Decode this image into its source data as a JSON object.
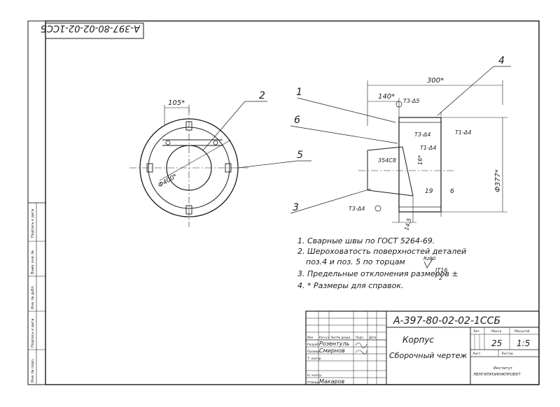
{
  "drawing": {
    "code_stamp": "А-397-80-02-02-1ССБ",
    "callouts": [
      "1",
      "2",
      "3",
      "4",
      "5",
      "6"
    ],
    "plan_dims": {
      "width": "105*",
      "diameter": "Ф400*"
    },
    "section_dims": {
      "overall": "300*",
      "offset": "140*",
      "height": "Ф377*",
      "inner": "354С8",
      "dim16": "16*",
      "dim19": "19",
      "dim6": "6",
      "dim45": "14,5"
    },
    "weld_marks": {
      "w1": "Т3-Δ5",
      "w2": "Т3-Δ4",
      "w3": "Т1-Δ4",
      "w4": "Т1-Δ4",
      "w5": "Т3-Δ4"
    },
    "notes": [
      "1. Сварные швы по ГОСТ 5264-69.",
      "2. Шероховатость поверхностей деталей",
      "поз.4 и поз. 5  по торцам",
      "3. Предельные отклонения размеров ±",
      "4. * Размеры для справок."
    ],
    "roughness": "Rz80",
    "tolerance": {
      "num": "IT16",
      "den": "2"
    }
  },
  "title_block": {
    "doc_code": "А-397-80-02-02-1ССБ",
    "name_line1": "Корпус",
    "name_line2": "Сборочный чертеж",
    "column_headers": [
      "Изм",
      "Кол.уч",
      "Лист",
      "№ докум.",
      "Подп.",
      "Дата"
    ],
    "roles": [
      "Разраб.",
      "Провер.",
      "Т. контр.",
      "Н. контр.",
      "Утверд."
    ],
    "names": [
      "Розентуль",
      "Смирнов",
      "Макаров"
    ],
    "lit_label": "Лит.",
    "mass_label": "Масса",
    "scale_label": "Масштаб",
    "mass_value": "25",
    "scale_value": "1:5",
    "sheet_label": "Лист",
    "sheets_label": "Листов",
    "org_line1": "Институт",
    "org_line2": "ЛЕНГИПРОИНЖПРОЕКТ"
  },
  "side_stamps": [
    "Подпись и дата",
    "Взам. инв. №",
    "Инв. № дубл.",
    "Подпись и дата",
    "Инв. № подл."
  ]
}
